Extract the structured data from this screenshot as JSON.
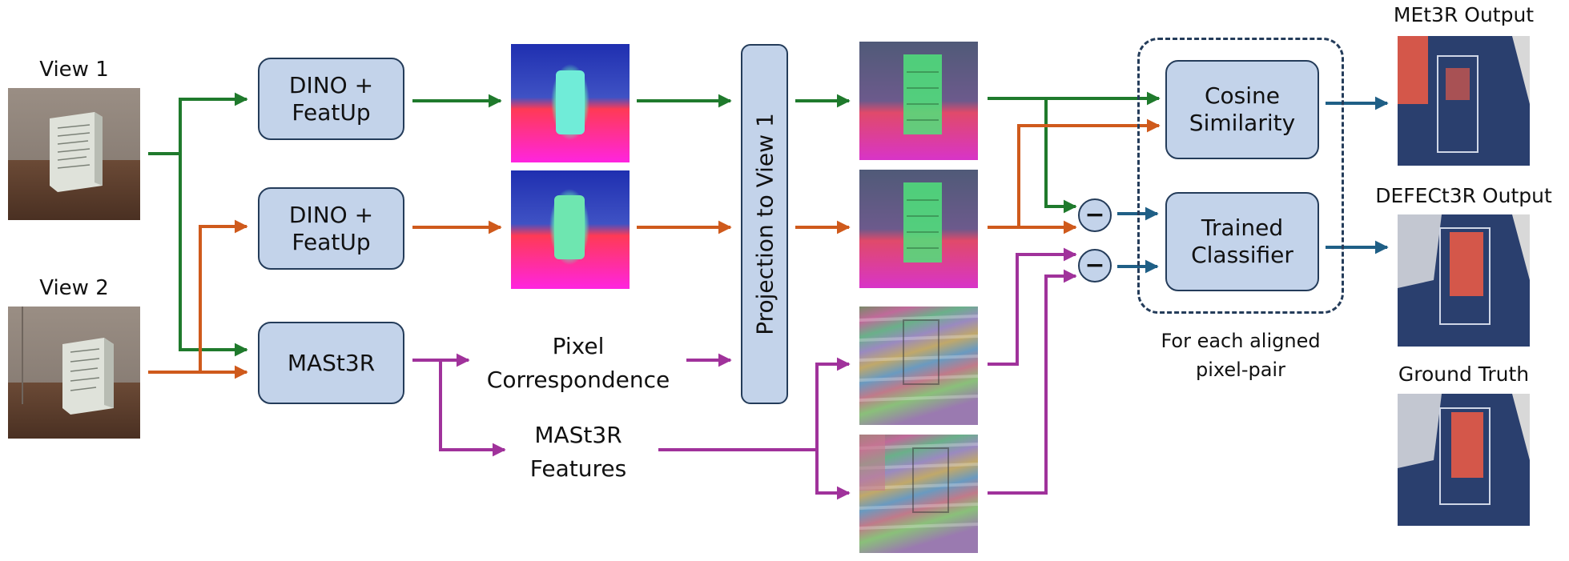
{
  "views": [
    {
      "label": "View 1"
    },
    {
      "label": "View 2"
    }
  ],
  "boxes": {
    "dino1": {
      "line1": "DINO +",
      "line2": "FeatUp"
    },
    "dino2": {
      "line1": "DINO +",
      "line2": "FeatUp"
    },
    "mast3r": {
      "label": "MASt3R"
    },
    "projection": {
      "label": "Projection to View 1"
    },
    "cosine": {
      "line1": "Cosine",
      "line2": "Similarity"
    },
    "classifier": {
      "line1": "Trained",
      "line2": "Classifier"
    },
    "minus_symbol": "−"
  },
  "labels": {
    "pixel_correspondence": {
      "line1": "Pixel",
      "line2": "Correspondence"
    },
    "mast3r_features": {
      "line1": "MASt3R",
      "line2": "Features"
    },
    "aligned_note": {
      "line1": "For each aligned",
      "line2": "pixel-pair"
    }
  },
  "outputs": {
    "met3r": "MEt3R Output",
    "defect3r": "DEFECt3R Output",
    "ground_truth": "Ground Truth"
  },
  "colors": {
    "green": "#1f7a2c",
    "orange": "#cf5a1c",
    "purple": "#a0329b",
    "blue": "#1f5f86",
    "box_fill": "#c3d3ea",
    "box_border": "#243c5a"
  }
}
